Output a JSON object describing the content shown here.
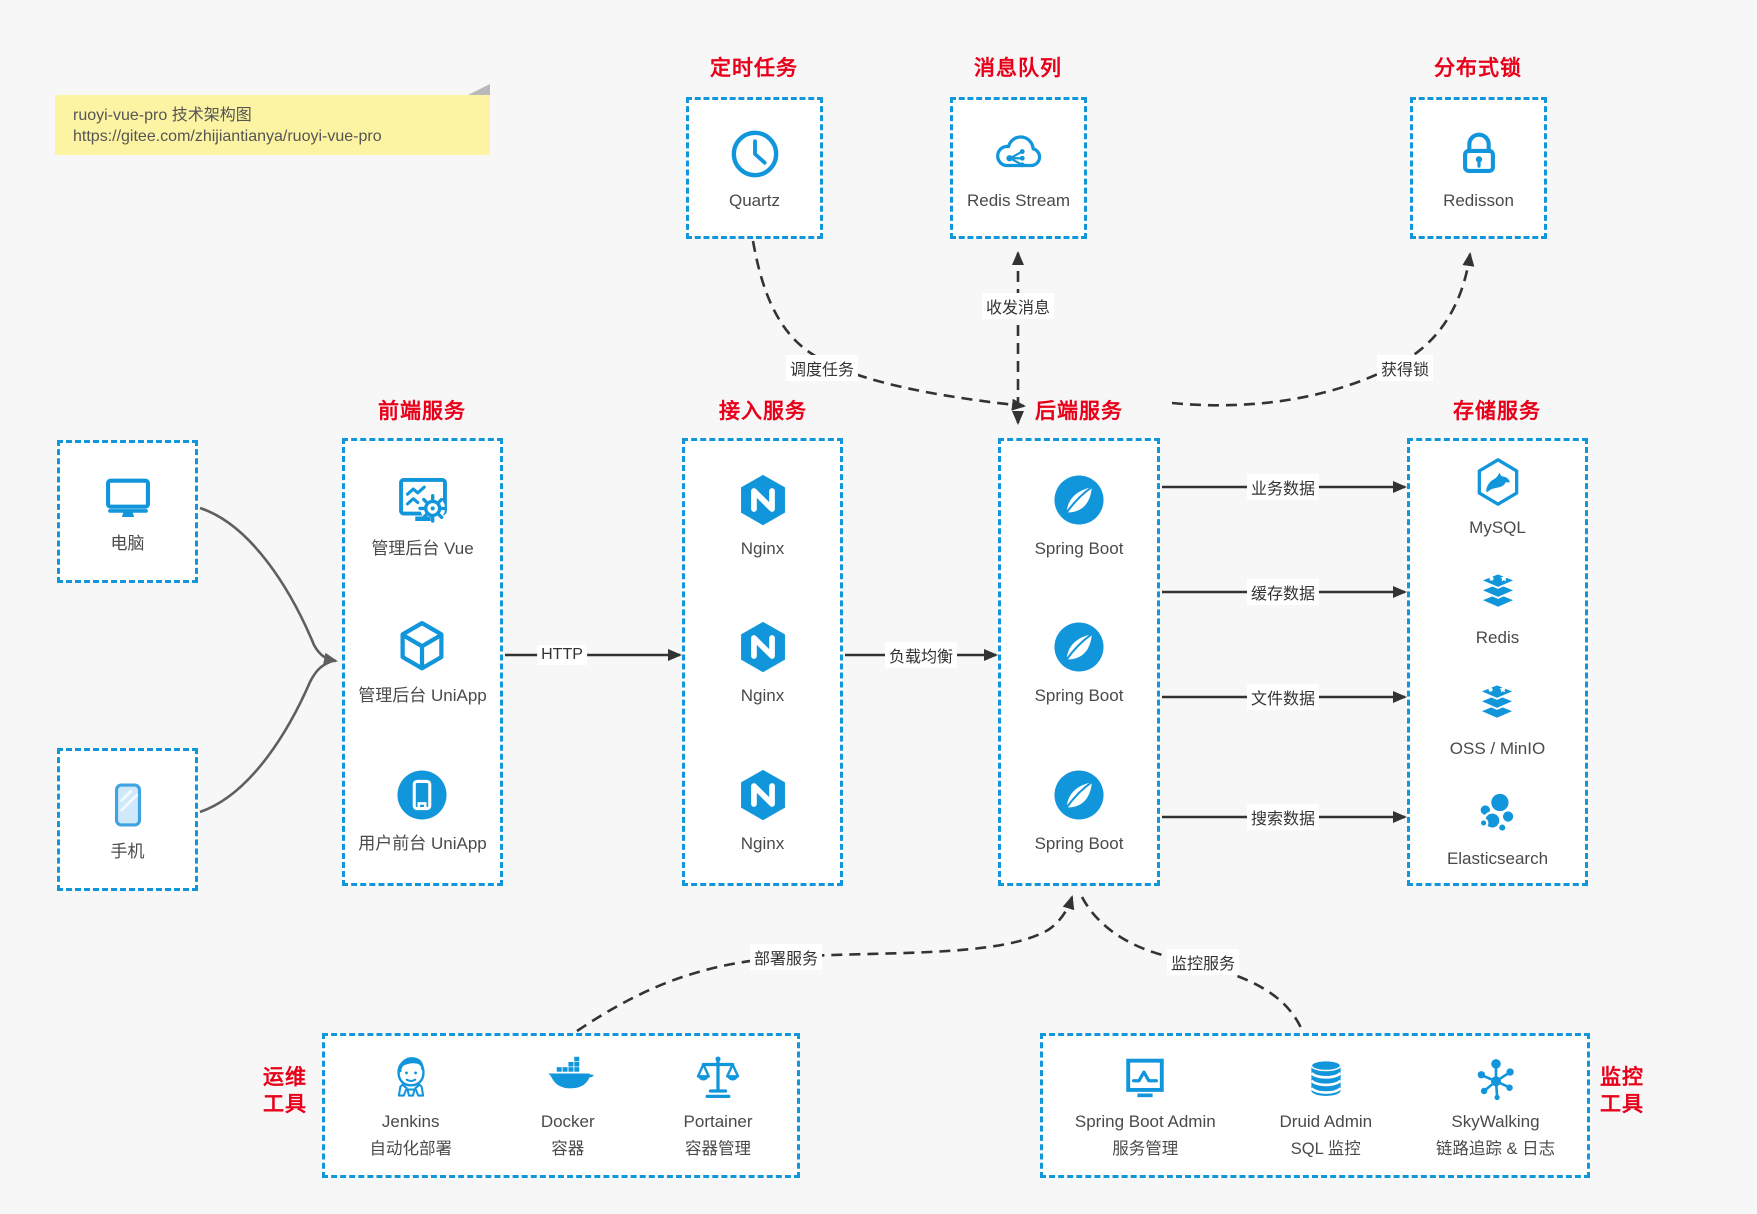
{
  "note": {
    "line1": "ruoyi-vue-pro 技术架构图",
    "line2": "https://gitee.com/zhijiantianya/ruoyi-vue-pro"
  },
  "colors": {
    "accent": "#1296db",
    "title_red": "#e8001a",
    "wire_dark": "#333333",
    "wire_gray": "#5f5f5f",
    "note_bg": "#fcf4a3"
  },
  "groups": {
    "scheduler": {
      "title": "定时任务",
      "items": [
        {
          "icon": "clock-icon",
          "label": "Quartz"
        }
      ]
    },
    "mq": {
      "title": "消息队列",
      "items": [
        {
          "icon": "cloud-share-icon",
          "label": "Redis Stream"
        }
      ]
    },
    "lock": {
      "title": "分布式锁",
      "items": [
        {
          "icon": "lock-icon",
          "label": "Redisson"
        }
      ]
    },
    "clients": {
      "items": [
        {
          "icon": "desktop-icon",
          "label": "电脑"
        },
        {
          "icon": "smartphone-icon",
          "label": "手机"
        }
      ]
    },
    "frontend": {
      "title": "前端服务",
      "items": [
        {
          "icon": "admin-dashboard-icon",
          "label": "管理后台 Vue"
        },
        {
          "icon": "cube-icon",
          "label": "管理后台 UniApp"
        },
        {
          "icon": "phone-circle-icon",
          "label": "用户前台 UniApp"
        }
      ]
    },
    "gateway": {
      "title": "接入服务",
      "items": [
        {
          "icon": "nginx-icon",
          "label": "Nginx"
        },
        {
          "icon": "nginx-icon",
          "label": "Nginx"
        },
        {
          "icon": "nginx-icon",
          "label": "Nginx"
        }
      ]
    },
    "backend": {
      "title": "后端服务",
      "items": [
        {
          "icon": "spring-icon",
          "label": "Spring Boot"
        },
        {
          "icon": "spring-icon",
          "label": "Spring Boot"
        },
        {
          "icon": "spring-icon",
          "label": "Spring Boot"
        }
      ]
    },
    "storage": {
      "title": "存储服务",
      "items": [
        {
          "icon": "mysql-icon",
          "label": "MySQL"
        },
        {
          "icon": "redis-icon",
          "label": "Redis"
        },
        {
          "icon": "redis-icon",
          "label": "OSS / MinIO"
        },
        {
          "icon": "elasticsearch-icon",
          "label": "Elasticsearch"
        }
      ]
    },
    "ops": {
      "title_lines": [
        "运维",
        "工具"
      ],
      "items": [
        {
          "icon": "jenkins-icon",
          "label": "Jenkins",
          "sublabel": "自动化部署"
        },
        {
          "icon": "docker-icon",
          "label": "Docker",
          "sublabel": "容器"
        },
        {
          "icon": "portainer-icon",
          "label": "Portainer",
          "sublabel": "容器管理"
        }
      ]
    },
    "monitor": {
      "title_lines": [
        "监控",
        "工具"
      ],
      "items": [
        {
          "icon": "sba-icon",
          "label": "Spring Boot Admin",
          "sublabel": "服务管理"
        },
        {
          "icon": "druid-icon",
          "label": "Druid Admin",
          "sublabel": "SQL 监控"
        },
        {
          "icon": "skywalking-icon",
          "label": "SkyWalking",
          "sublabel": "链路追踪 & 日志"
        }
      ]
    }
  },
  "edges": {
    "http": "HTTP",
    "load_balance": "负载均衡",
    "biz_data": "业务数据",
    "cache_data": "缓存数据",
    "file_data": "文件数据",
    "search_data": "搜索数据",
    "schedule": "调度任务",
    "messages": "收发消息",
    "acquire_lock": "获得锁",
    "deploy": "部署服务",
    "monitor": "监控服务"
  }
}
